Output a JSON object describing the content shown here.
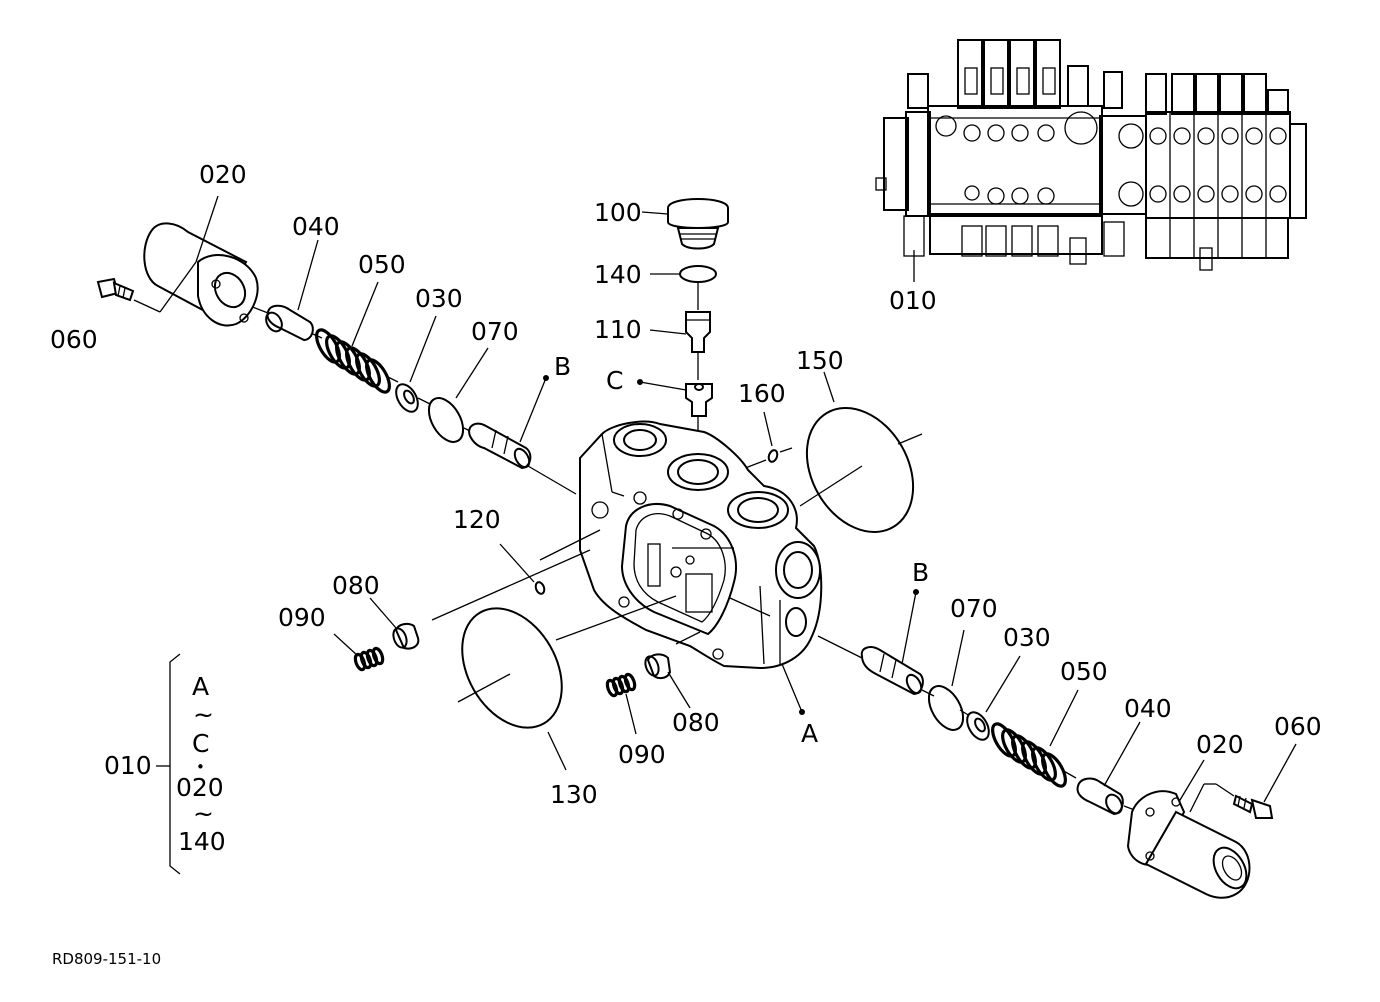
{
  "drawing_code": "RD809-151-10",
  "parts": {
    "p010": "010",
    "p020": "020",
    "p030": "030",
    "p040": "040",
    "p050": "050",
    "p060": "060",
    "p070": "070",
    "p080": "080",
    "p090": "090",
    "p100": "100",
    "p110": "110",
    "p120": "120",
    "p130": "130",
    "p140": "140",
    "p150": "150",
    "p160": "160"
  },
  "refs": {
    "a": "A",
    "b": "B",
    "c": "C"
  },
  "legend": {
    "top": "A",
    "tilde": "~",
    "mid": "C",
    "dot": "•",
    "bottom_start": "020",
    "bottom_end": "140"
  }
}
